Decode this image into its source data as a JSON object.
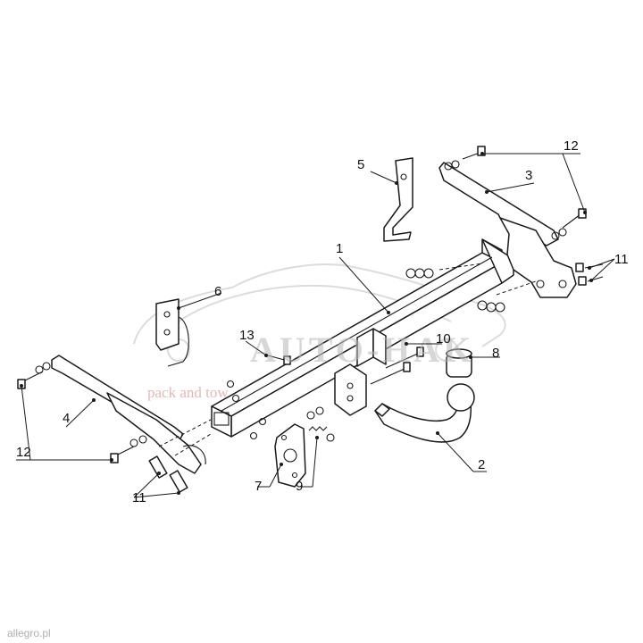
{
  "diagram": {
    "labels": {
      "l1": "1",
      "l2": "2",
      "l3": "3",
      "l4": "4",
      "l5": "5",
      "l6": "6",
      "l7": "7",
      "l8": "8",
      "l9": "9",
      "l10": "10",
      "l11a": "11",
      "l11b": "11",
      "l12a": "12",
      "l12b": "12",
      "l13": "13"
    }
  },
  "watermark": {
    "brand": "AUTO-HAK",
    "tagline": "pack and tow",
    "site": "allegro.pl"
  }
}
